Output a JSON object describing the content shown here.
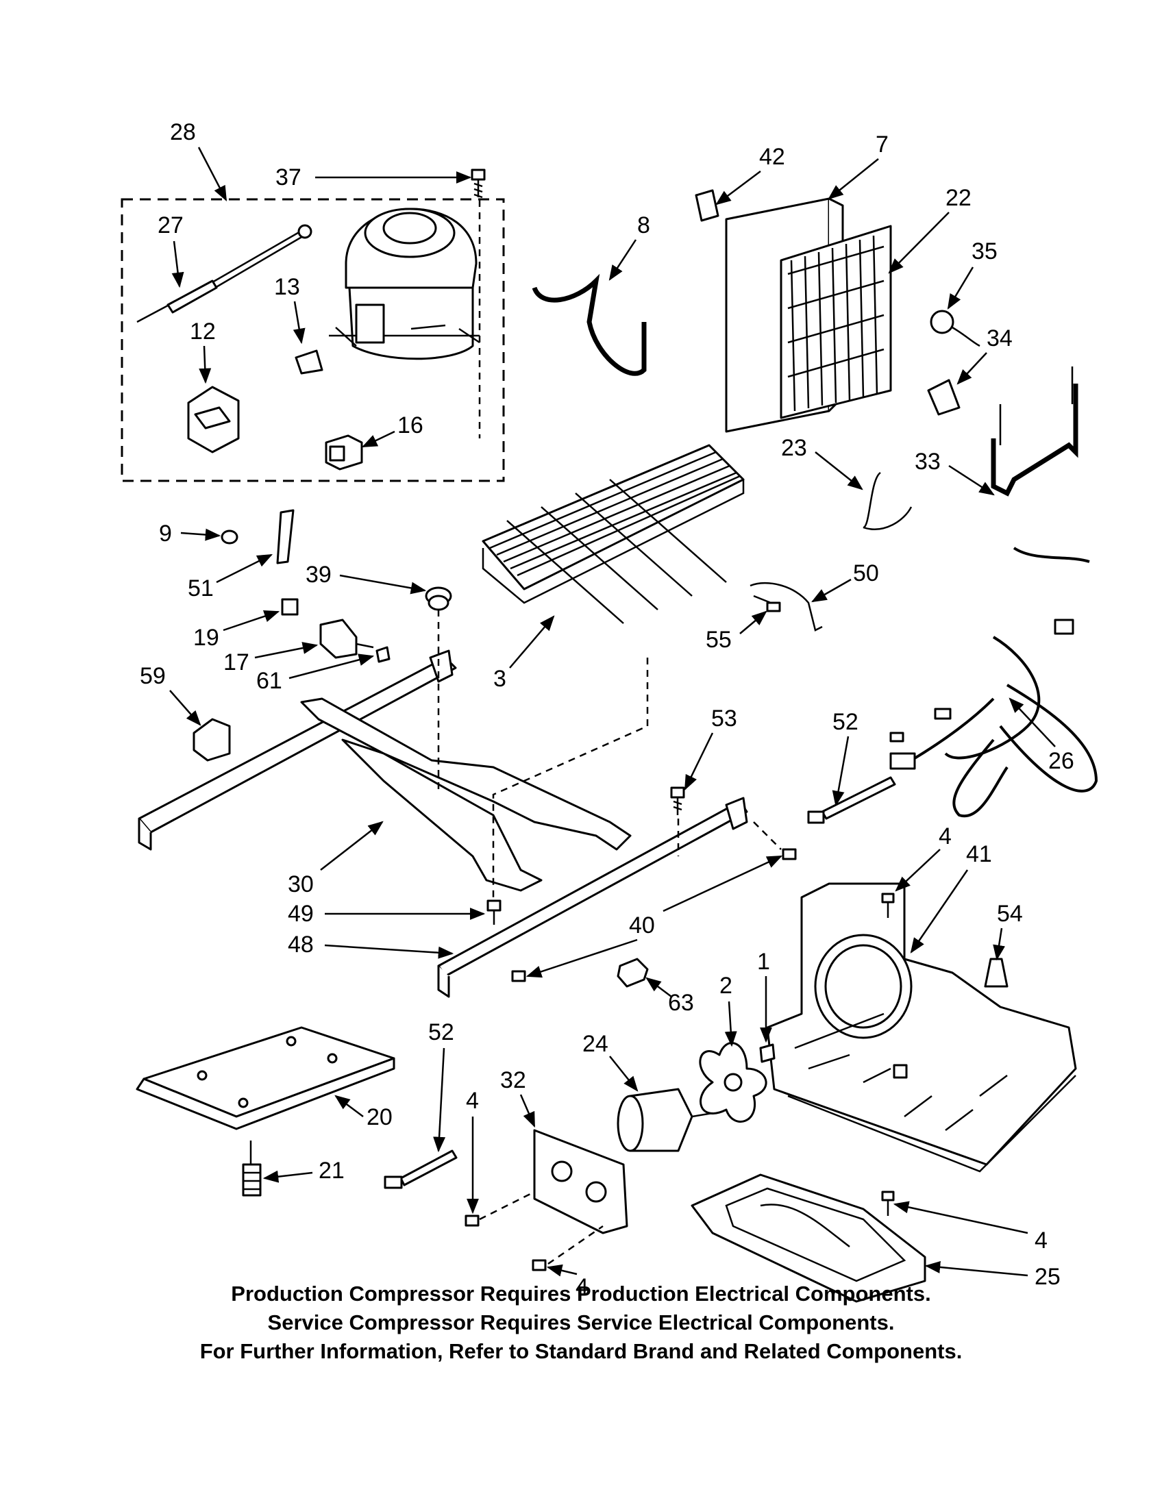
{
  "parts": {
    "p28": "28",
    "p37": "37",
    "p27": "27",
    "p13": "13",
    "p12": "12",
    "p16": "16",
    "p42": "42",
    "p7": "7",
    "p22": "22",
    "p8": "8",
    "p35": "35",
    "p34": "34",
    "p23": "23",
    "p33": "33",
    "p9": "9",
    "p51": "51",
    "p39": "39",
    "p50": "50",
    "p55": "55",
    "p19": "19",
    "p17": "17",
    "p61": "61",
    "p3": "3",
    "p59": "59",
    "p52a": "52",
    "p53": "53",
    "p26": "26",
    "p30": "30",
    "p49": "49",
    "p40": "40",
    "p48": "48",
    "p4a": "4",
    "p41": "41",
    "p54": "54",
    "p63": "63",
    "p2": "2",
    "p1": "1",
    "p24": "24",
    "p32": "32",
    "p52b": "52",
    "p20": "20",
    "p21": "21",
    "p4b": "4",
    "p4c": "4",
    "p4d": "4",
    "p25": "25"
  },
  "notes": {
    "line1": "Production Compressor Requires Production Electrical Components.",
    "line2": "Service Compressor Requires Service Electrical Components.",
    "line3": "For Further Information, Refer to Standard Brand and Related Components."
  }
}
